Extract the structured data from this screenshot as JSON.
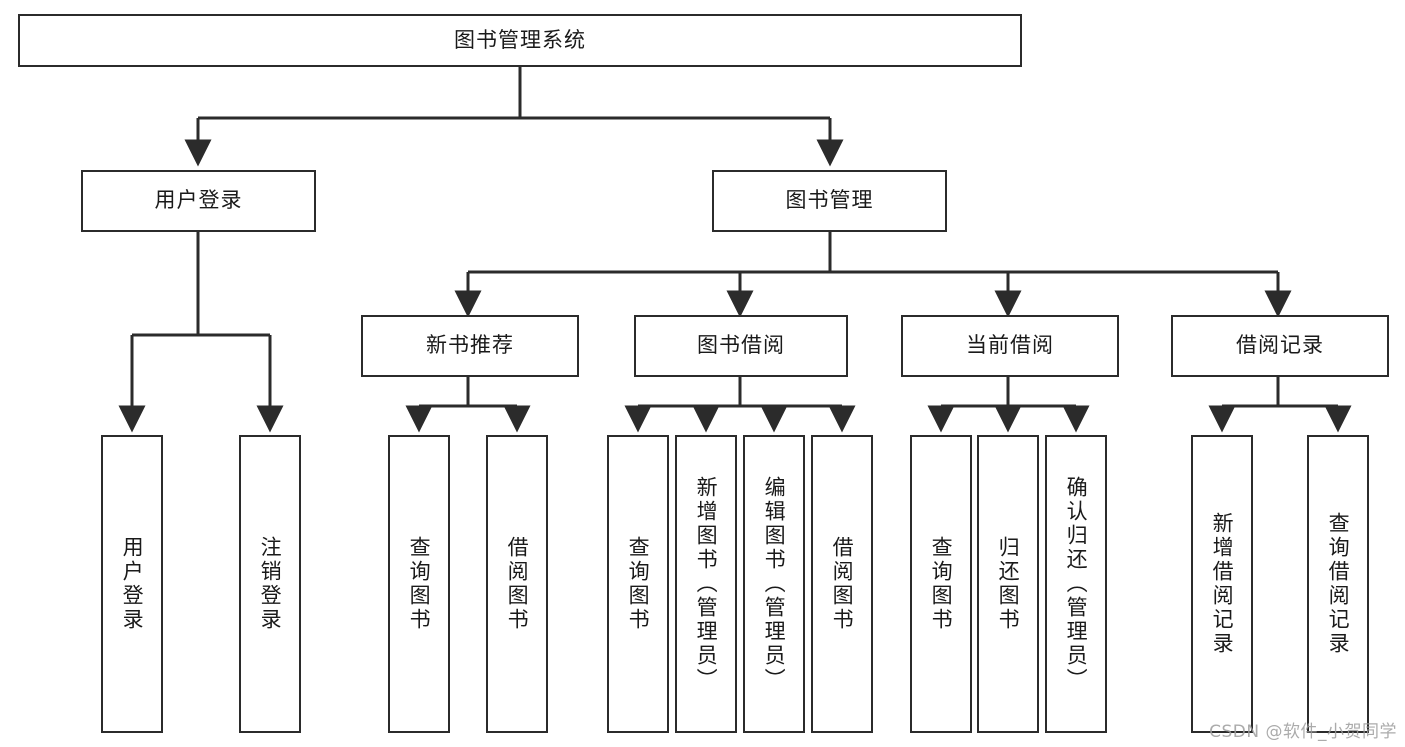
{
  "diagram": {
    "title": "图书管理系统",
    "type": "tree-hierarchy-chart",
    "stroke_color": "#2b2b2b",
    "fill_color": "#ffffff",
    "text_color": "#1a1a1a",
    "watermark": "CSDN @软件_小贺同学",
    "levels": {
      "root": {
        "label": "图书管理系统"
      },
      "level2": [
        {
          "label": "用户登录"
        },
        {
          "label": "图书管理"
        }
      ],
      "level3": [
        {
          "label": "新书推荐"
        },
        {
          "label": "图书借阅"
        },
        {
          "label": "当前借阅"
        },
        {
          "label": "借阅记录"
        }
      ],
      "leaves_user_login": [
        {
          "label": "用户登录"
        },
        {
          "label": "注销登录"
        }
      ],
      "leaves_new_book": [
        {
          "label": "查询图书"
        },
        {
          "label": "借阅图书"
        }
      ],
      "leaves_borrow": [
        {
          "label": "查询图书"
        },
        {
          "label": "新增图书（管理员）"
        },
        {
          "label": "编辑图书（管理员）"
        },
        {
          "label": "借阅图书"
        }
      ],
      "leaves_current": [
        {
          "label": "查询图书"
        },
        {
          "label": "归还图书"
        },
        {
          "label": "确认归还（管理员）"
        }
      ],
      "leaves_record": [
        {
          "label": "新增借阅记录"
        },
        {
          "label": "查询借阅记录"
        }
      ]
    }
  }
}
